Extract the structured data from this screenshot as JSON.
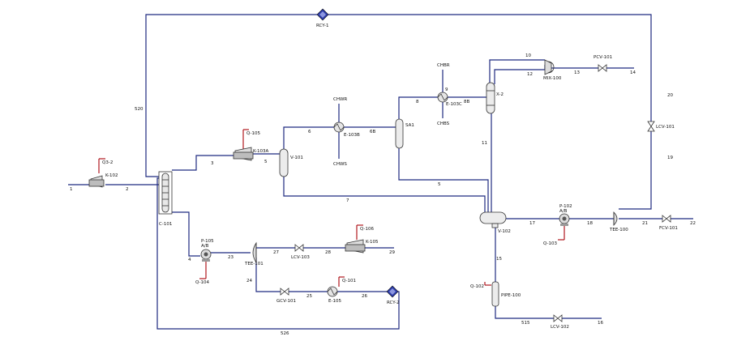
{
  "colors": {
    "material_stream": "#1f2a80",
    "energy_stream": "#b0171f",
    "unit_body_light": "#eeeeee",
    "unit_body_dark": "#555555",
    "recycle": "#2b3aa8"
  },
  "units": {
    "rcy1": "RCY-1",
    "rcy2": "RCY-2",
    "k102": "K-102",
    "q3_2": "Q3-2",
    "c101": "C-101",
    "k103a": "K-103A",
    "q105": "Q-105",
    "v101": "V-101",
    "e103b": "E-103B",
    "chwr": "CHWR",
    "chws": "CHWS",
    "sa1": "SA1",
    "e103c": "E-103C",
    "chbr": "CHBR",
    "chbs": "CHBS",
    "x2": "X-2",
    "mix100": "MIX-100",
    "pcv101": "PCV-101",
    "lcv101": "LCV-101",
    "v102": "V-102",
    "p102": "P-102",
    "p102_ab": "A/B",
    "q103": "Q-103",
    "tee100": "TEE-100",
    "fcv101": "FCV-101",
    "p105": "P-105",
    "p105_ab": "A/B",
    "q104": "Q-104",
    "tee101": "TEE-101",
    "lcv103": "LCV-103",
    "k105": "K-105",
    "q106": "Q-106",
    "gcv101": "GCV-101",
    "e105": "E-105",
    "q101": "Q-101",
    "pipe100": "PIPE-100",
    "lcv102": "LCV-102",
    "q102": "Q-102"
  },
  "streams": {
    "s1": "1",
    "s2": "2",
    "s3": "3",
    "s4": "4",
    "s5": "5",
    "s6": "6",
    "s7": "7",
    "s8": "8",
    "s5b": "5",
    "s6b": "6B",
    "s8b": "8B",
    "s9": "9",
    "s10": "10",
    "s11": "11",
    "s12": "12",
    "s13": "13",
    "s14": "14",
    "s15": "15",
    "s16": "16",
    "s17": "17",
    "s18": "18",
    "s19": "19",
    "s20": "20",
    "s21": "21",
    "s22": "22",
    "s23": "23",
    "s24": "24",
    "s25": "25",
    "s26": "26",
    "s27": "27",
    "s28": "28",
    "s29": "29",
    "s515": "515",
    "s520": "520",
    "s526": "526"
  }
}
